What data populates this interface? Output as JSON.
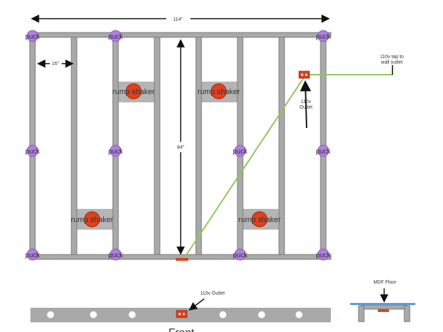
{
  "labels": {
    "width_dim": "114\"",
    "stud_spacing": "16\"",
    "height_dim": "84\"",
    "puck": "puck",
    "rump_shaker": "rump shaker",
    "wall_tap": [
      "110v tap to",
      "wall outlet"
    ],
    "outlet_side": [
      "110v",
      "Outlet"
    ],
    "outlet_front": "110v Outlet",
    "front": "Front",
    "mdf_floor": "MDF Floor"
  },
  "colors": {
    "frame": "#a9a9a9",
    "frame_stroke": "#7a7a7a",
    "puck": "#b07fe0",
    "shaker": "#e0401c",
    "wire": "#8cc85a",
    "outlet": "#d9431c",
    "mdf": "#5b9bd5"
  }
}
